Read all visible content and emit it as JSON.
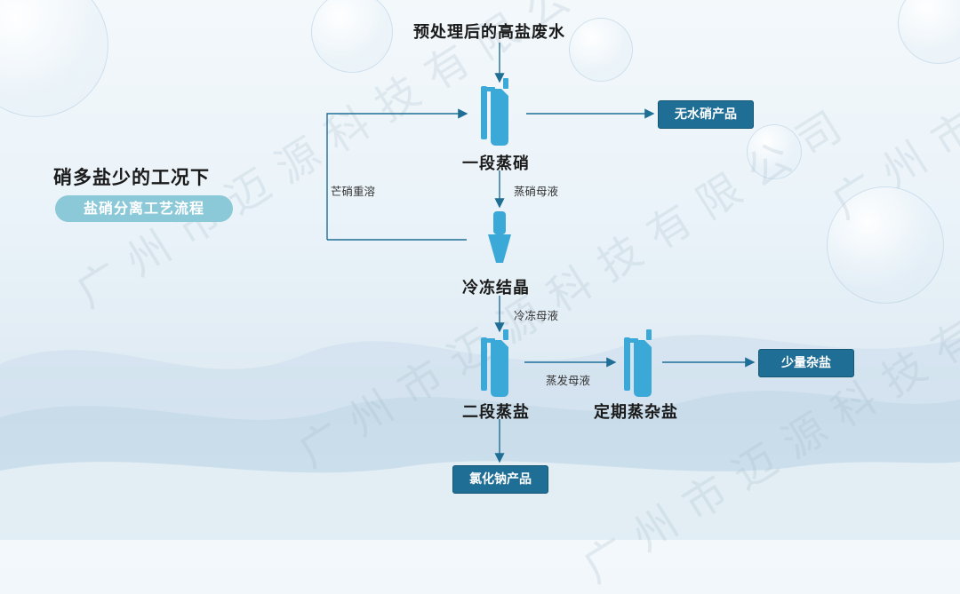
{
  "title": "硝多盐少的工况下",
  "subtitle": "盐硝分离工艺流程",
  "input": "预处理后的高盐废水",
  "nodes": {
    "stage1": "一段蒸硝",
    "freeze": "冷冻结晶",
    "stage2": "二段蒸盐",
    "periodic": "定期蒸杂盐"
  },
  "edges": {
    "nitrate_mother": "蒸硝母液",
    "redissolve": "芒硝重溶",
    "freeze_mother": "冷冻母液",
    "evap_mother": "蒸发母液"
  },
  "products": {
    "anhydrous": "无水硝产品",
    "mixed_salt": "少量杂盐",
    "nacl": "氯化钠产品"
  },
  "watermark": "广州市迈源科技有限公司",
  "colors": {
    "accent": "#1f6e96",
    "icon": "#3aa9d8",
    "pill": "#8cc9d8",
    "line": "#1f6e96"
  }
}
